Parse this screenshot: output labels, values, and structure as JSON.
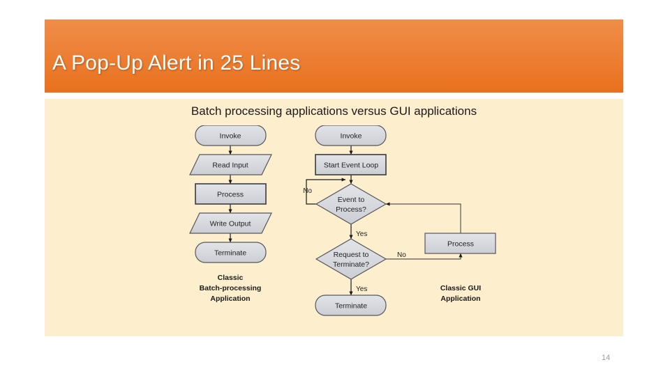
{
  "slide": {
    "title": "A Pop-Up Alert in 25 Lines",
    "subtitle": "Batch processing applications versus GUI applications",
    "page_number": "14",
    "colors": {
      "header_gradient_top": "#ef8d4a",
      "header_gradient_bottom": "#e8701d",
      "panel_background": "#fdeecd",
      "node_fill": "#d8dae0",
      "node_stroke": "#55565a",
      "page_number_color": "#9a9a9a",
      "title_color": "#ffffff"
    }
  },
  "diagram": {
    "left_flow": {
      "caption_line1": "Classic",
      "caption_line2": "Batch-processing",
      "caption_line3": "Application",
      "nodes": [
        {
          "id": "l-invoke",
          "label": "Invoke",
          "shape": "rounded"
        },
        {
          "id": "l-read",
          "label": "Read Input",
          "shape": "parallelogram"
        },
        {
          "id": "l-process",
          "label": "Process",
          "shape": "rectangle"
        },
        {
          "id": "l-write",
          "label": "Write Output",
          "shape": "parallelogram"
        },
        {
          "id": "l-term",
          "label": "Terminate",
          "shape": "rounded"
        }
      ]
    },
    "right_flow": {
      "caption_line1": "Classic GUI",
      "caption_line2": "Application",
      "nodes": [
        {
          "id": "r-invoke",
          "label": "Invoke",
          "shape": "rounded"
        },
        {
          "id": "r-loop",
          "label": "Start Event Loop",
          "shape": "rectangle"
        },
        {
          "id": "r-event",
          "label_line1": "Event to",
          "label_line2": "Process?",
          "shape": "diamond"
        },
        {
          "id": "r-reqterm",
          "label_line1": "Request to",
          "label_line2": "Terminate?",
          "shape": "diamond"
        },
        {
          "id": "r-process",
          "label": "Process",
          "shape": "rectangle"
        },
        {
          "id": "r-term",
          "label": "Terminate",
          "shape": "rounded"
        }
      ],
      "branch_labels": {
        "event_no": "No",
        "event_yes": "Yes",
        "reqterm_no": "No",
        "reqterm_yes": "Yes"
      }
    }
  }
}
